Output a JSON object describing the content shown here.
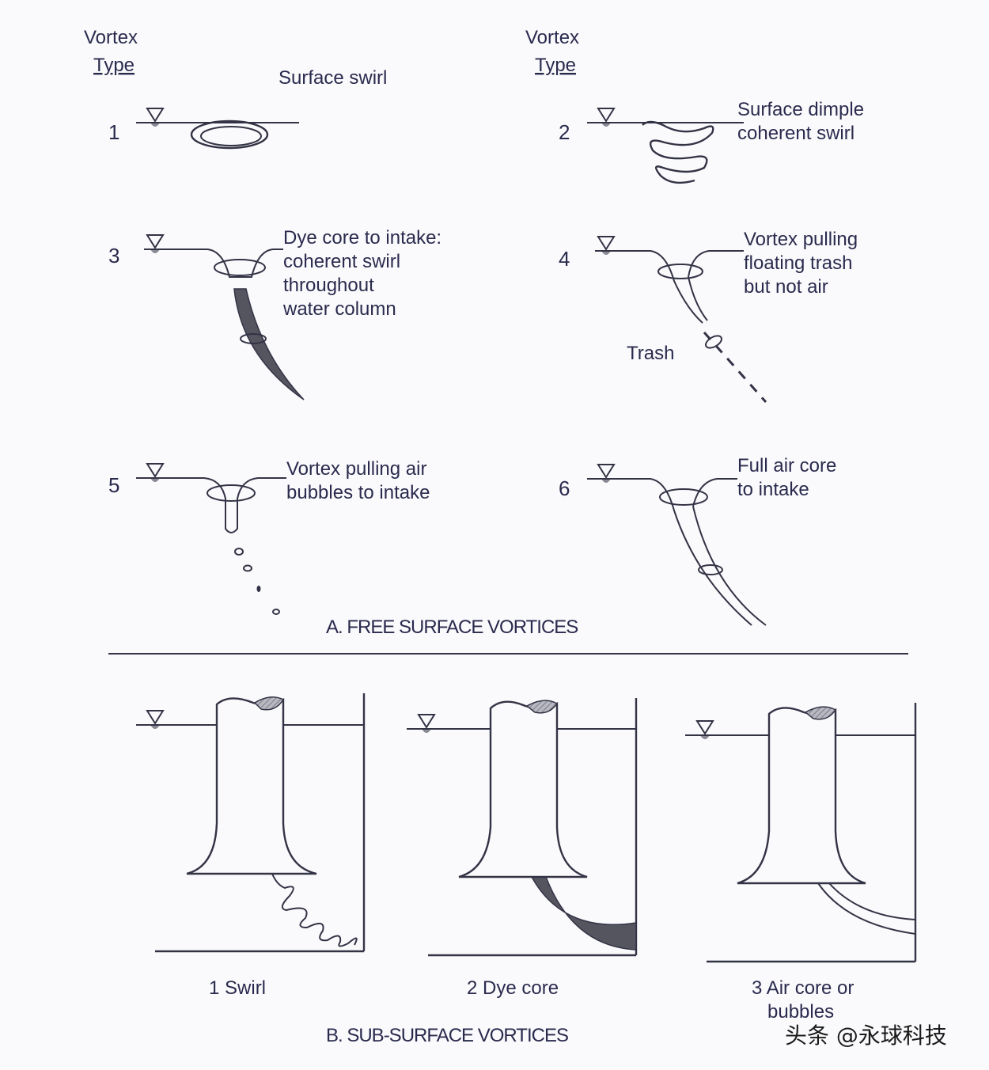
{
  "header": {
    "left": {
      "line1": "Vortex",
      "line2": "Type"
    },
    "right": {
      "line1": "Vortex",
      "line2": "Type"
    }
  },
  "section_a": {
    "caption": "A.  FREE SURFACE VORTICES",
    "vortices": [
      {
        "number": "1",
        "lines": [
          "Surface swirl"
        ]
      },
      {
        "number": "2",
        "lines": [
          "Surface dimple",
          "coherent swirl"
        ]
      },
      {
        "number": "3",
        "lines": [
          "Dye core to intake:",
          "coherent swirl",
          "throughout",
          "water column"
        ]
      },
      {
        "number": "4",
        "lines": [
          "Vortex pulling",
          "floating trash",
          "but not air"
        ],
        "extra_label": "Trash"
      },
      {
        "number": "5",
        "lines": [
          "Vortex pulling air",
          "bubbles to intake"
        ]
      },
      {
        "number": "6",
        "lines": [
          "Full air core",
          "to intake"
        ]
      }
    ]
  },
  "section_b": {
    "caption": "B.  SUB-SURFACE VORTICES",
    "vortices": [
      {
        "lines": [
          "1 Swirl"
        ]
      },
      {
        "lines": [
          "2 Dye core"
        ]
      },
      {
        "lines": [
          "3 Air core or",
          "bubbles"
        ]
      }
    ]
  },
  "watermark": "头条 @永球科技",
  "colors": {
    "line": "#333346",
    "text": "#2a2a4e",
    "dye": "#555560",
    "cap_fill": "#9a9aa4"
  }
}
